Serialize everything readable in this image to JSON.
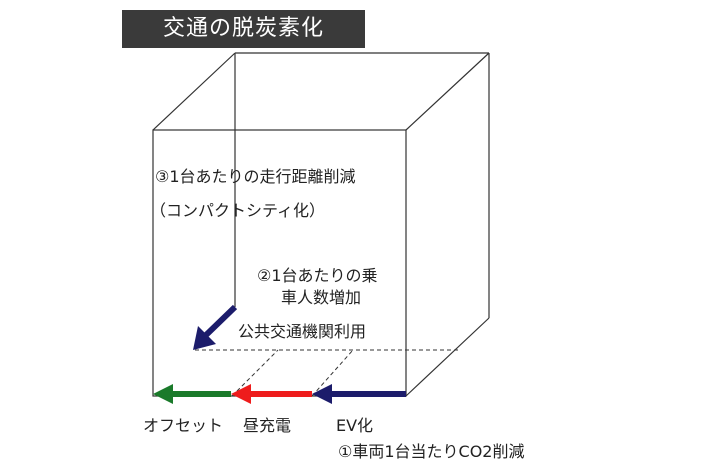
{
  "title": "交通の脱炭素化",
  "labels": {
    "distance": "③1台あたりの走行距離削減",
    "compact": "（コンパクトシティ化）",
    "occupancy1": "②1台あたりの乗",
    "occupancy2": "車人数増加",
    "transit": "公共交通機関利用",
    "offset": "オフセット",
    "daytime": "昼充電",
    "ev": "EV化",
    "co2": "①車両1台当たりCO2削減"
  },
  "colors": {
    "navy": "#1c1c6b",
    "red": "#ee1c1c",
    "green": "#1a7a2a"
  }
}
